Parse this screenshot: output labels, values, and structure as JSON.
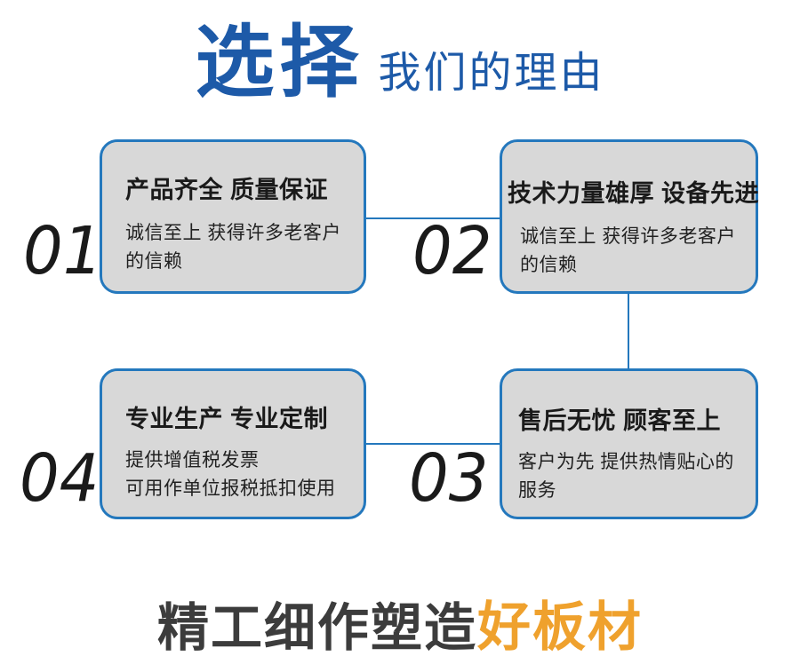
{
  "header": {
    "title_main": "选择",
    "title_sub": "我们的理由"
  },
  "cards": [
    {
      "number": "01",
      "title": "产品齐全 质量保证",
      "desc": "诚信至上 获得许多老客户\n的信赖"
    },
    {
      "number": "02",
      "title": "技术力量雄厚 设备先进",
      "desc": "诚信至上 获得许多老客户\n的信赖"
    },
    {
      "number": "04",
      "title": "专业生产 专业定制",
      "desc": "提供增值税发票\n可用作单位报税抵扣使用"
    },
    {
      "number": "03",
      "title": "售后无忧 顾客至上",
      "desc": "客户为先 提供热情贴心的\n服务"
    }
  ],
  "footer": {
    "text_gray": "精工细作塑造",
    "text_orange": "好板材"
  },
  "colors": {
    "title_blue": "#1d5aa8",
    "card_border_blue": "#2478bd",
    "card_fill_gray": "#d8d8d8",
    "connector_blue": "#2478bd",
    "number_black": "#1a1a1a",
    "footer_gray": "#3c3c3c",
    "footer_orange": "#efa12d"
  }
}
